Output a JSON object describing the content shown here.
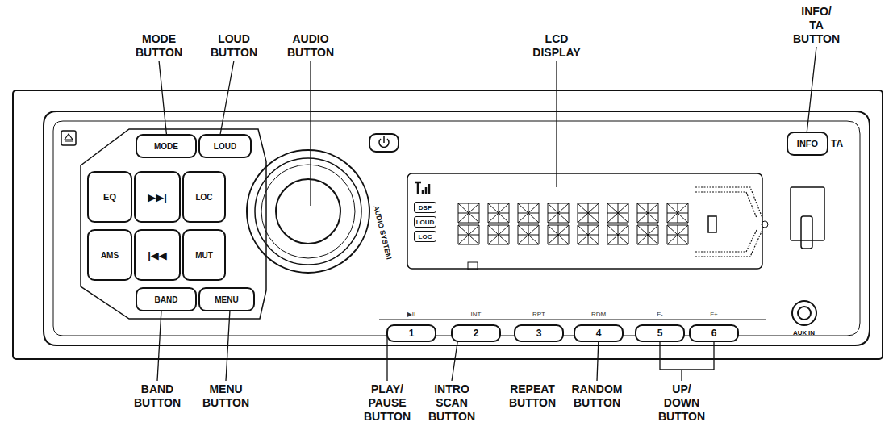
{
  "diagram": {
    "nodes": [
      {
        "text": [
          "MODE"
        ]
      },
      {
        "text": [
          "LOUD"
        ]
      },
      {
        "text": [
          "EQ"
        ]
      },
      {
        "text": [
          "▶▶|"
        ]
      },
      {
        "text": [
          "LOC"
        ]
      },
      {
        "text": [
          "AMS"
        ]
      },
      {
        "text": [
          "|◀◀"
        ]
      },
      {
        "text": [
          "MUT"
        ]
      },
      {
        "text": [
          "BAND"
        ]
      },
      {
        "text": [
          "MENU"
        ]
      },
      {
        "text": [
          "DSP"
        ]
      },
      {
        "text": [
          "LOUD"
        ]
      },
      {
        "text": [
          "LOC"
        ]
      },
      {
        "text": [
          "INFO"
        ]
      },
      {
        "text": [
          "▶II",
          "1"
        ]
      },
      {
        "text": [
          "INT",
          "2"
        ]
      },
      {
        "text": [
          "RPT",
          "3"
        ]
      },
      {
        "text": [
          "RDM",
          "4"
        ]
      },
      {
        "text": [
          "F-",
          "5"
        ]
      },
      {
        "text": [
          "F+",
          "6"
        ]
      }
    ],
    "labels": [
      "MODE BUTTON",
      "LOUD BUTTON",
      "AUDIO BUTTON",
      "LCD DISPLAY",
      "INFO/ TA BUTTON",
      "AUDIO SYSTEM",
      "TA",
      "AUX IN",
      "BAND BUTTON",
      "MENU BUTTON",
      "PLAY/ PAUSE BUTTON",
      "INTRO SCAN BUTTON",
      "REPEAT BUTTON",
      "RANDOM BUTTON",
      "UP/ DOWN BUTTON"
    ]
  }
}
